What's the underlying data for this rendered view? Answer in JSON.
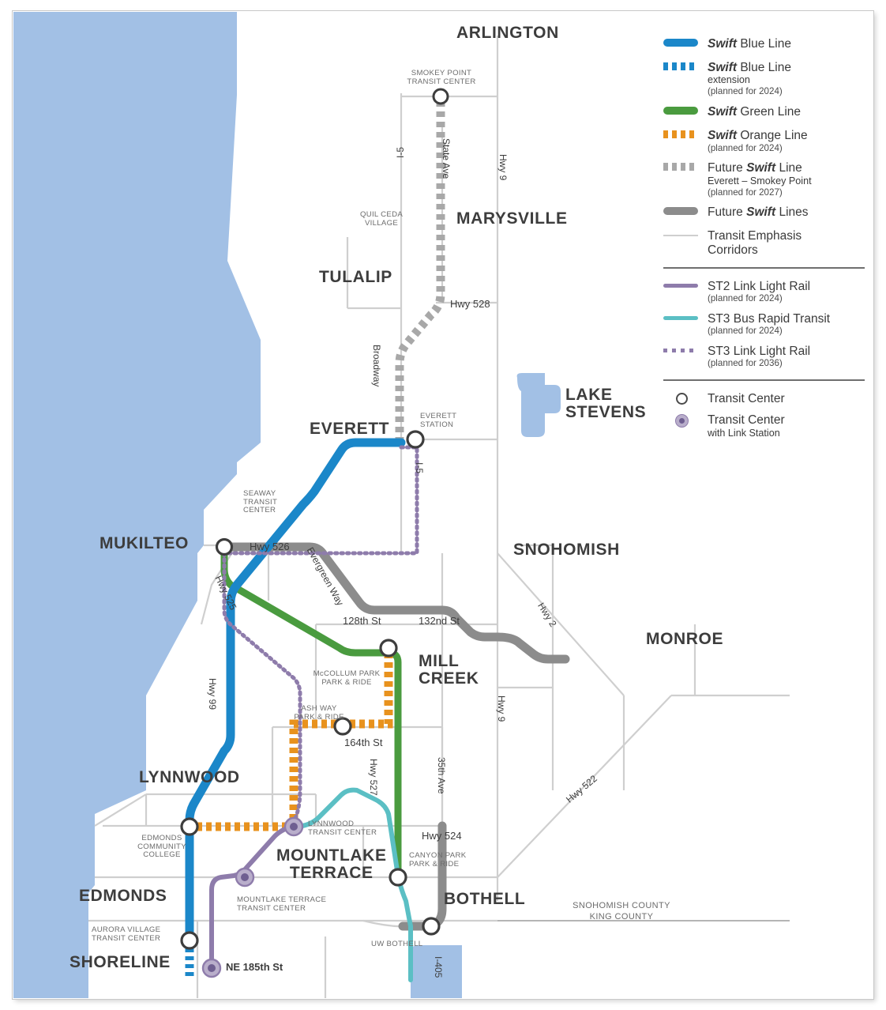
{
  "legend": {
    "items": [
      {
        "key": "blue-solid",
        "color": "#1b87c9",
        "name": "Swift",
        "rest": " Blue Line",
        "sub": null
      },
      {
        "key": "blue-dash",
        "color": "#1b87c9",
        "name": "Swift",
        "rest": " Blue Line",
        "sub2": "extension",
        "sub": "(planned for 2024)"
      },
      {
        "key": "green-solid",
        "color": "#4a9b3f",
        "name": "Swift",
        "rest": " Green Line",
        "sub": null
      },
      {
        "key": "orange-dash",
        "color": "#e8921e",
        "name": "Swift",
        "rest": " Orange Line",
        "sub": "(planned for 2024)"
      },
      {
        "key": "gray-dash",
        "color": "#a8a8a8",
        "name": "Swift",
        "rest": null,
        "pre": "Future ",
        "post": " Line",
        "sub2": "Everett – Smokey Point",
        "sub": "(planned for 2027)"
      },
      {
        "key": "gray-solid",
        "color": "#8c8c8c",
        "name": "Swift",
        "rest": null,
        "pre": "Future ",
        "post": " Lines",
        "sub": null
      },
      {
        "key": "hairline",
        "color": "#cfcfcf",
        "plain": "Transit Emphasis\nCorridors",
        "sub": null
      }
    ],
    "items2": [
      {
        "key": "purple-solid",
        "color": "#8e7cab",
        "plain": "ST2 Link Light Rail",
        "sub": "(planned for 2024)"
      },
      {
        "key": "teal-solid",
        "color": "#5bbfc4",
        "plain": "ST3 Bus Rapid Transit",
        "sub": "(planned for 2024)"
      },
      {
        "key": "purple-dots",
        "color": "#8e7cab",
        "plain": "ST3 Link Light Rail",
        "sub": "(planned for 2036)"
      }
    ],
    "markers": [
      {
        "key": "transit-center",
        "label": "Transit Center"
      },
      {
        "key": "transit-center-link",
        "label": "Transit Center",
        "label2": "with Link Station"
      }
    ]
  },
  "cities": [
    {
      "id": "arlington",
      "label": "ARLINGTON"
    },
    {
      "id": "marysville",
      "label": "MARYSVILLE"
    },
    {
      "id": "tulalip",
      "label": "TULALIP"
    },
    {
      "id": "everett",
      "label": "EVERETT"
    },
    {
      "id": "lake-stevens",
      "label": "LAKE\nSTEVENS"
    },
    {
      "id": "mukilteo",
      "label": "MUKILTEO"
    },
    {
      "id": "snohomish",
      "label": "SNOHOMISH"
    },
    {
      "id": "monroe",
      "label": "MONROE"
    },
    {
      "id": "mill-creek",
      "label": "MILL\nCREEK"
    },
    {
      "id": "lynnwood",
      "label": "LYNNWOOD"
    },
    {
      "id": "mountlake-terrace",
      "label": "MOUNTLAKE\nTERRACE"
    },
    {
      "id": "edmonds",
      "label": "EDMONDS"
    },
    {
      "id": "bothell",
      "label": "BOTHELL"
    },
    {
      "id": "shoreline",
      "label": "SHORELINE"
    }
  ],
  "pois": [
    {
      "id": "smokey-point-tc",
      "label": "SMOKEY POINT\nTRANSIT CENTER"
    },
    {
      "id": "quil-ceda-village",
      "label": "QUIL CEDA\nVILLAGE"
    },
    {
      "id": "everett-station",
      "label": "EVERETT\nSTATION"
    },
    {
      "id": "seaway-tc",
      "label": "SEAWAY\nTRANSIT\nCENTER"
    },
    {
      "id": "mccollum-park-pr",
      "label": "McCOLLUM PARK\nPARK & RIDE"
    },
    {
      "id": "ash-way-pr",
      "label": "ASH WAY\nPARK & RIDE"
    },
    {
      "id": "edmonds-cc",
      "label": "EDMONDS\nCOMMUNITY\nCOLLEGE"
    },
    {
      "id": "lynnwood-tc",
      "label": "LYNNWOOD\nTRANSIT CENTER"
    },
    {
      "id": "mountlake-terrace-tc",
      "label": "MOUNTLAKE TERRACE\nTRANSIT CENTER"
    },
    {
      "id": "canyon-park-pr",
      "label": "CANYON PARK\nPARK & RIDE"
    },
    {
      "id": "aurora-village-tc",
      "label": "AURORA VILLAGE\nTRANSIT CENTER"
    },
    {
      "id": "uw-bothell",
      "label": "UW BOTHELL"
    },
    {
      "id": "ne-185th",
      "label": "NE 185th St"
    }
  ],
  "roads": [
    {
      "id": "i5-north",
      "label": "I-5"
    },
    {
      "id": "state-ave",
      "label": "State Ave"
    },
    {
      "id": "hwy-9-north",
      "label": "Hwy 9"
    },
    {
      "id": "hwy-528",
      "label": "Hwy 528"
    },
    {
      "id": "broadway",
      "label": "Broadway"
    },
    {
      "id": "i5-everett",
      "label": "I-5"
    },
    {
      "id": "hwy-526",
      "label": "Hwy 526"
    },
    {
      "id": "hwy-525",
      "label": "Hwy 525"
    },
    {
      "id": "evergreen-way",
      "label": "Evergreen Way"
    },
    {
      "id": "128th-st",
      "label": "128th St"
    },
    {
      "id": "132nd-st",
      "label": "132nd St"
    },
    {
      "id": "hwy-2",
      "label": "Hwy 2"
    },
    {
      "id": "hwy-99",
      "label": "Hwy 99"
    },
    {
      "id": "164th-st",
      "label": "164th St"
    },
    {
      "id": "hwy-527",
      "label": "Hwy 527"
    },
    {
      "id": "35th-ave",
      "label": "35th Ave"
    },
    {
      "id": "hwy-9-south",
      "label": "Hwy 9"
    },
    {
      "id": "hwy-524",
      "label": "Hwy 524"
    },
    {
      "id": "hwy-522",
      "label": "Hwy 522"
    },
    {
      "id": "i405",
      "label": "I-405"
    }
  ],
  "county_line": {
    "id": "county-boundary",
    "label": "SNOHOMISH COUNTY\nKING COUNTY"
  },
  "colors": {
    "water": "#a2c0e5",
    "land": "#ffffff",
    "swift_blue": "#1b87c9",
    "swift_green": "#4a9b3f",
    "swift_orange": "#e8921e",
    "future_gray": "#8c8c8c",
    "future_gray_light": "#a8a8a8",
    "st2_purple": "#8e7cab",
    "st3_teal": "#5bbfc4",
    "corridor": "#cfcfcf",
    "text": "#3d3d3d"
  }
}
